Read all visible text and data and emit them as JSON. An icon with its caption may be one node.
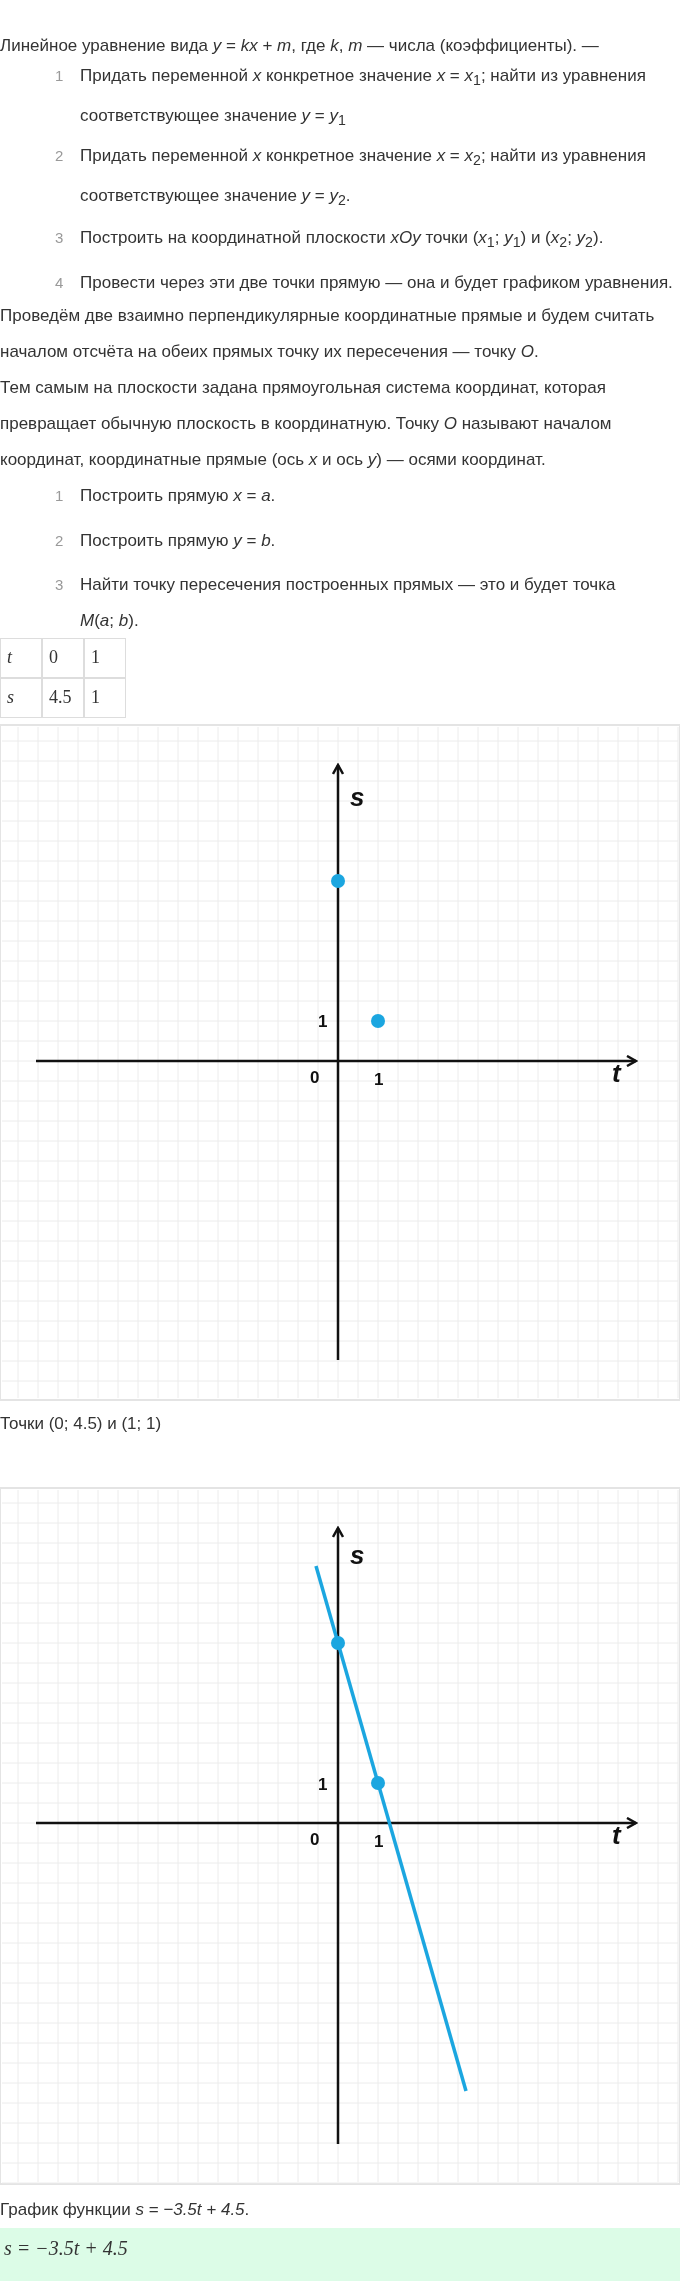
{
  "diagram": {
    "labels": [
      "Линейное уравнение вида *y* = *kx* + *m*, где *k*,  *m* — числа (коэффициенты). —",
      "1",
      "Придать переменной *x* конкретное значение *x* = *x*$_{1}$; найти из уравнения соответствующее значение *y* = *y*$_{1}$",
      "2",
      "Придать переменной *x* конкретное значение *x* = *x*$_{2}$; найти из уравнения соответствующее значение *y* = *y*$_{2}$.",
      "3",
      "Построить на координатной плоскости *xOy* точки (*x*$_{1}$;  *y*$_{1}$) и (*x*$_{2}$;  *y*$_{2}$).",
      "4",
      "Провести через эти две точки прямую — она и будет графиком уравнения.",
      "Проведём две взаимно перпендикулярные координатные прямые и будем считать началом отсчёта на обеих прямых точку их пересечения — точку *O*.",
      "Тем самым на плоскости задана прямоугольная система координат, которая превращает обычную плоскость в координатную. Точку *O* называют началом координат, координатные прямые (ось *x* и ось *y*) — осями координат.",
      "1",
      "Построить прямую *x* = *a*.",
      "2",
      "Построить прямую *y* = *b*.",
      "3",
      "Найти точку пересечения построенных прямых — это и будет точка *M*(*a*; *b*).",
      "t",
      "0",
      "1",
      "s",
      "4.5",
      "1",
      "s",
      "1",
      "0",
      "1",
      "t",
      "Точки (0;  4.5) и (1;  1)",
      "s",
      "1",
      "0",
      "1",
      "t",
      "График функции *s = −3.5t + 4.5*.",
      "s = −3.5t + 4.5"
    ]
  }
}
